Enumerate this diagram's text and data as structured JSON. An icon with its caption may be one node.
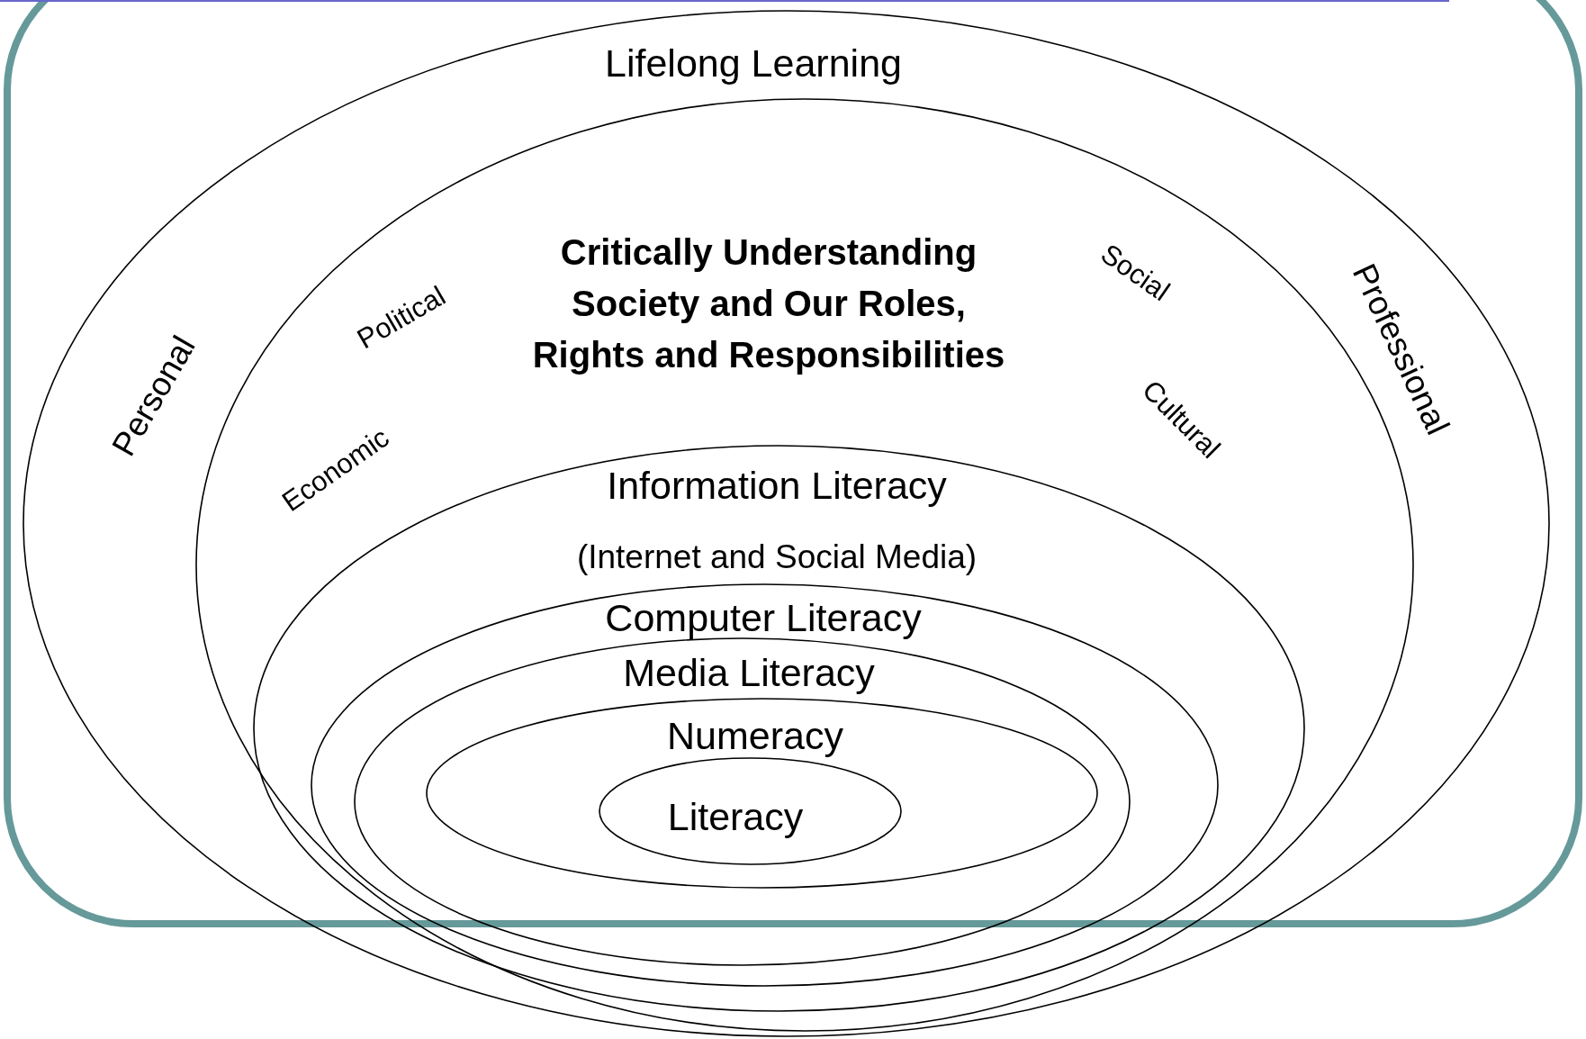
{
  "diagram": {
    "nodes": [
      {
        "text": [
          "Lifelong Learning"
        ]
      },
      {
        "text": [
          "Critically Understanding Society and Our Roles, Rights and Responsibilities"
        ],
        "in": 0
      },
      {
        "text": [
          "Information Literacy",
          "(Internet and Social Media)"
        ],
        "in": 1
      },
      {
        "text": [
          "Computer Literacy"
        ],
        "in": 2
      },
      {
        "text": [
          "Media Literacy"
        ],
        "in": 3
      },
      {
        "text": [
          "Numeracy"
        ],
        "in": 4
      },
      {
        "text": [
          "Literacy"
        ],
        "in": 5
      }
    ],
    "labels": [
      "Personal",
      "Political",
      "Social",
      "Professional",
      "Cultural",
      "Economic"
    ]
  }
}
